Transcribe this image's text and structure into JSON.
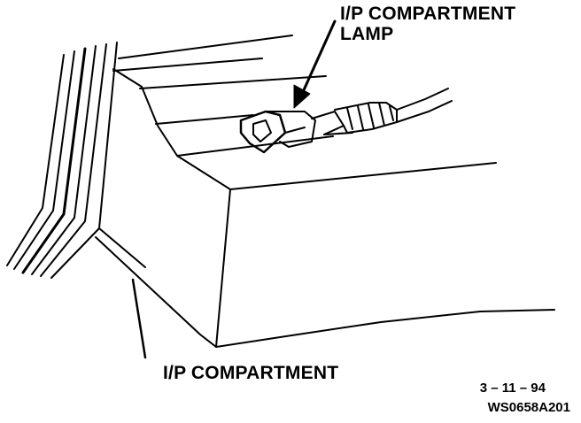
{
  "callouts": {
    "lamp_line1": "I/P COMPARTMENT",
    "lamp_line2": "LAMP",
    "compartment": "I/P COMPARTMENT"
  },
  "footer": {
    "date": "3 – 11 – 94",
    "code": "WS0658A201"
  },
  "colors": {
    "ink": "#000000",
    "paper": "#ffffff"
  }
}
